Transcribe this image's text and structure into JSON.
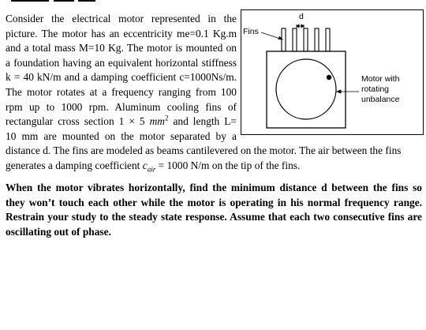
{
  "problem": {
    "left_lines": [
      "Consider the electrical motor represented in the",
      "picture. The motor has an eccentricity me=0.1 Kg.m",
      "and a total mass M=10 Kg. The motor is mounted on",
      "a foundation having an equivalent horizontal stiffness",
      "k = 40 kN/m and a damping coefficient c=1000Ns/m.",
      "The motor rotates at a frequency ranging from 100",
      "rpm up to 1000 rpm. Aluminum cooling fins of"
    ],
    "line8_pre": "rectangular cross section 1 × 5 ",
    "line8_unit": "mm",
    "line8_exp": "2",
    "line8_post": " and length L=",
    "line9": "10 mm are mounted on the motor separated by a",
    "full_line1": "distance d. The fins are modeled as beams cantilevered on the motor. The air between the fins",
    "full_line2_pre": "generates a damping coefficient ",
    "c_symbol": "c",
    "c_subscript": "air",
    "full_line2_post": " = 1000 N/m on the tip of the fins."
  },
  "task": {
    "lines": [
      "When the motor vibrates horizontally, find the minimum distance d between the fins so",
      "they won’t touch each other while the motor is operating in his normal frequency range.",
      "Restrain your study to the steady state response. Assume that each two consecutive fins are",
      "oscillating out of phase."
    ]
  },
  "figure": {
    "label_d": "d",
    "label_fins": "Fins",
    "label_motor_lines": [
      "Motor with",
      "rotating",
      "unbalance"
    ]
  }
}
